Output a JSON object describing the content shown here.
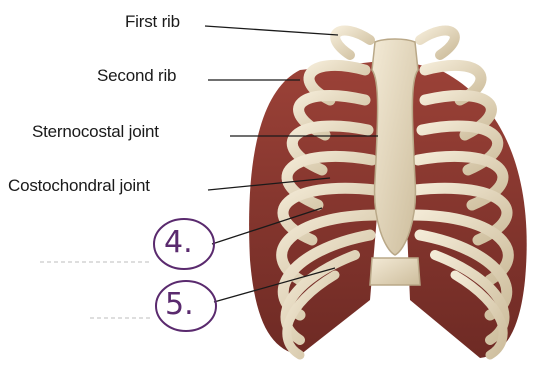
{
  "labels": {
    "first_rib": "First rib",
    "second_rib": "Second rib",
    "sternocostal_joint": "Sternocostal joint",
    "costochondral_joint": "Costochondral joint"
  },
  "handwritten": {
    "four": "4.",
    "five": "5."
  },
  "colors": {
    "bone": "#e8dcc2",
    "bone_shadow": "#b9a888",
    "muscle": "#8a3a32",
    "ink": "#1a1a1a",
    "marker": "#5a2a6e"
  }
}
